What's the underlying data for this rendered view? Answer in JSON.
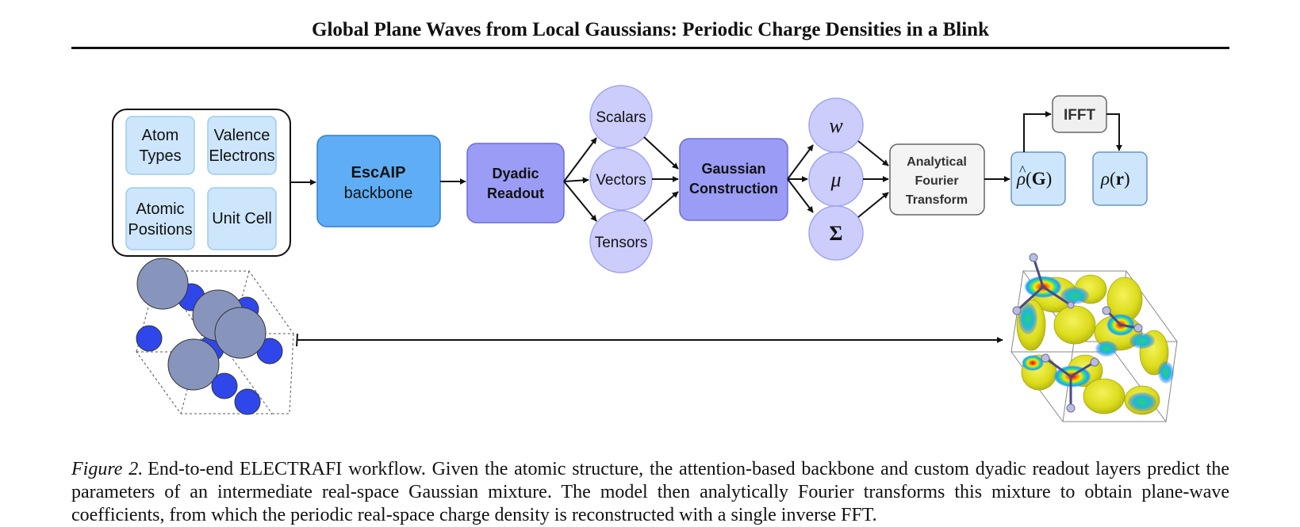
{
  "header": {
    "title": "Global Plane Waves from Local Gaussians: Periodic Charge Densities in a Blink"
  },
  "inputs": {
    "atom_types": [
      "Atom",
      "Types"
    ],
    "valence_electrons": [
      "Valence",
      "Electrons"
    ],
    "atomic_positions": [
      "Atomic",
      "Positions"
    ],
    "unit_cell": "Unit Cell"
  },
  "backbone": {
    "name": "EscAIP",
    "sub": "backbone"
  },
  "readout": [
    "Dyadic",
    "Readout"
  ],
  "features": {
    "scalars": "Scalars",
    "vectors": "Vectors",
    "tensors": "Tensors"
  },
  "gaussian": [
    "Gaussian",
    "Construction"
  ],
  "params": {
    "w": "w",
    "mu": "μ",
    "sigma": "Σ"
  },
  "fourier": [
    "Analytical",
    "Fourier",
    "Transform"
  ],
  "ifft": "IFFT",
  "rho_g": {
    "rho": "ρ",
    "hat": "^",
    "open": "(",
    "arg": "G",
    "close": ")"
  },
  "rho_r": {
    "rho": "ρ",
    "open": "(",
    "arg": "r",
    "close": ")"
  },
  "caption": {
    "label": "Figure 2.",
    "text": "End-to-end ELECTRAFI workflow. Given the atomic structure, the attention-based backbone and custom dyadic readout layers predict the parameters of an intermediate real-space Gaussian mixture. The model then analytically Fourier transforms this mixture to obtain plane-wave coefficients, from which the periodic real-space charge density is reconstructed with a single inverse FFT."
  },
  "colors": {
    "input_cell": "#cde6fb",
    "input_cell_border": "#9ecbee",
    "backbone": "#5faef5",
    "backbone_border": "#2f7fd0",
    "readout": "#9a9cf6",
    "readout_border": "#6b6ed9",
    "feature": "#cccdfb",
    "feature_border": "#a3a5ee",
    "fourier": "#f4f4f4",
    "ifft": "#f0f0f0",
    "atom_large": "#8795bd",
    "atom_small": "#2f47ea",
    "density_yellow": "#e3e21a"
  }
}
